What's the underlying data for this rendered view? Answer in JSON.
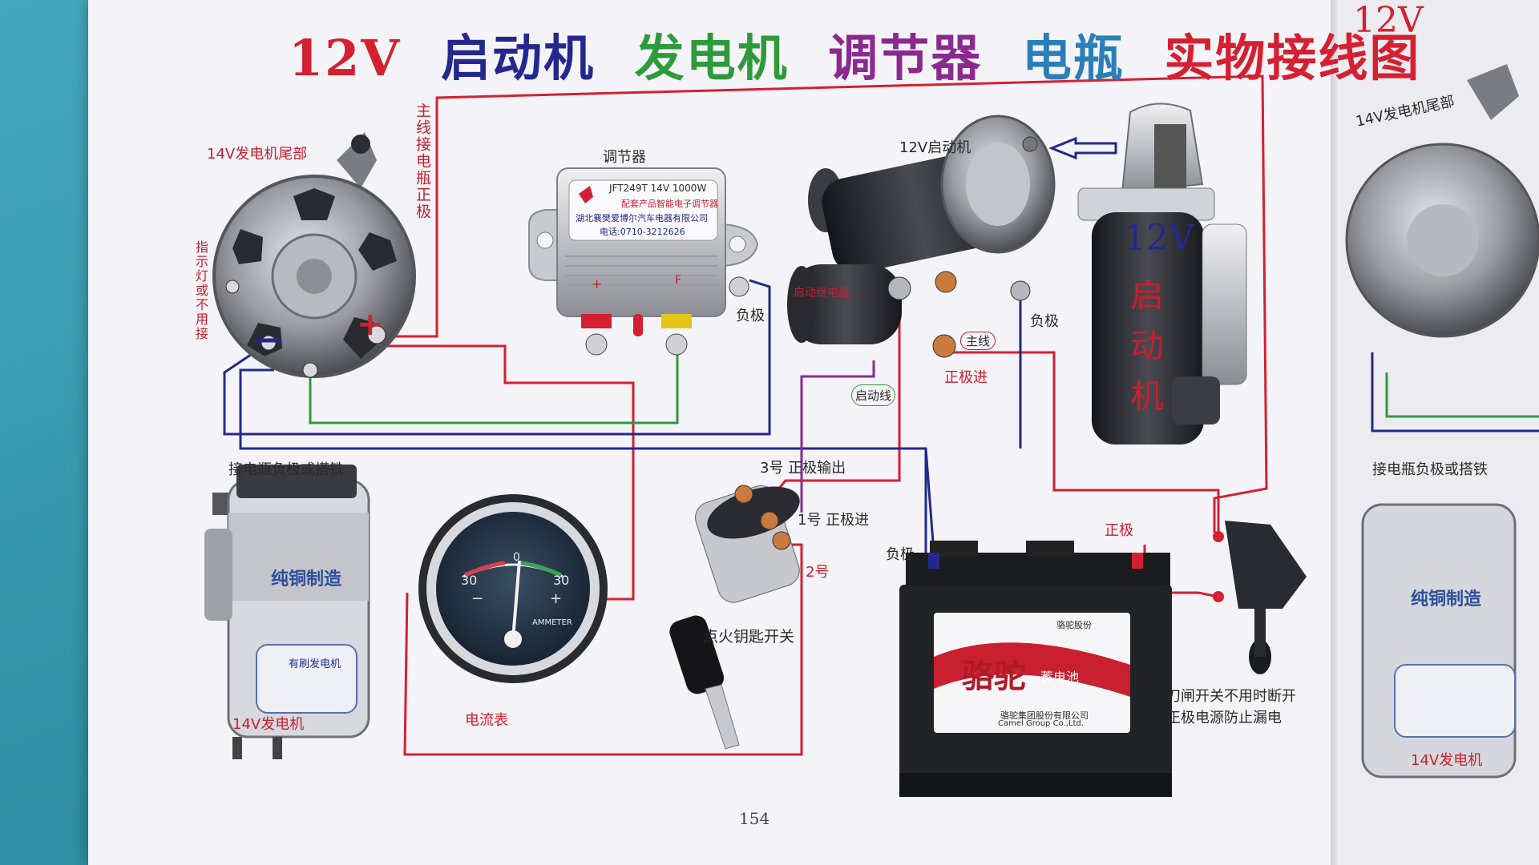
{
  "title": {
    "part1": "12V",
    "part2": "启动机",
    "part3": "发电机",
    "part4": "调节器",
    "part5": "电瓶",
    "part6": "实物接线图"
  },
  "colors": {
    "red": "#d42031",
    "blue": "#24288e",
    "green": "#2f9a3c",
    "purple": "#8a2a8f",
    "teal": "#2a7fb8",
    "label_red": "#c81e2e",
    "label_dark": "#2a2a2a"
  },
  "labels": {
    "alt_tail": "14V发电机尾部",
    "alt_tail_suffix": "尾部",
    "indicator": "指示灯或不用接",
    "main_line": "主线接电瓶正极",
    "regulator": "调节器",
    "reg_model": "JFT249T 14V 1000W",
    "reg_desc": "配套产品智能电子调节器",
    "reg_company": "湖北襄樊爱博尔汽车电器有限公司",
    "reg_phone": "电话:0710-3212626",
    "reg_neg": "负极",
    "reg_plus": "+",
    "reg_f": "F",
    "starter_12v": "12V启动机",
    "starter_neg": "负极",
    "main_wire": "主线",
    "pos_in": "正极进",
    "start_wire": "启动线",
    "solenoid": "启动继电器",
    "big_starter_a": "12V",
    "big_starter_b": "启",
    "big_starter_c": "动",
    "big_starter_d": "机",
    "battery_neg_ground": "接电瓶负极或搭铁",
    "pure_copper": "纯铜制造",
    "brushed_alt": "有刷发电机",
    "alt_14v": "14V发电机",
    "ammeter": "电流表",
    "ammeter_left": "30",
    "ammeter_right": "30",
    "ammeter_zero": "0",
    "ammeter_minus": "−",
    "ammeter_plus": "+",
    "ammeter_word": "AMMETER",
    "out3": "3号 正极输出",
    "in1": "1号 正极进",
    "no2": "2号",
    "ignition": "点火钥匙开关",
    "battery_neg": "负极",
    "battery_pos": "正极",
    "battery_brand": "骆驼",
    "battery_brand_sub": "蓄电池",
    "battery_company": "骆驼集团股份有限公司",
    "battery_company_en": "Camel Group Co.,Ltd.",
    "battery_top": "骆驼股份",
    "switch_note_1": "刀闸开关不用时断开",
    "switch_note_2": "正极电源防止漏电",
    "page_number": "154",
    "right_page_title": "12V",
    "right_alt_tail": "14V发电机尾部",
    "right_ground": "接电瓶负极或搭铁",
    "right_copper": "纯铜制造",
    "right_alt": "14V发电机"
  }
}
